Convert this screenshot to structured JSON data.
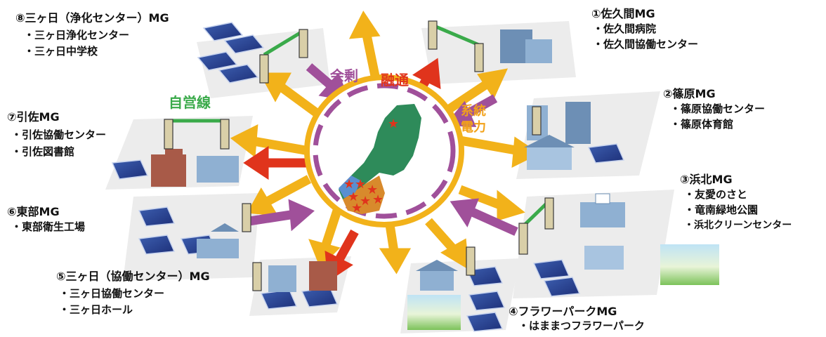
{
  "center": {
    "labels": {
      "yojo": "余剰",
      "yuzu": "融通",
      "keito_1": "系統",
      "keito_2": "電力",
      "jieisen": "自営線"
    }
  },
  "colors": {
    "surplus_arrow": "#a0509a",
    "exchange_arrow": "#e0341c",
    "grid_arrow": "#f2b21a",
    "private_line": "#3aaa4a",
    "map_green": "#2e8b5a",
    "star": "#e0341c",
    "dashed_ring": "#a0509a"
  },
  "microgrids": [
    {
      "id": "mg1",
      "title": "①佐久間MG",
      "items": [
        "佐久間病院",
        "佐久間協働センター"
      ]
    },
    {
      "id": "mg2",
      "title": "②篠原MG",
      "items": [
        "篠原協働センター",
        "篠原体育館"
      ]
    },
    {
      "id": "mg3",
      "title": "③浜北MG",
      "items": [
        "友愛のさと",
        "竜南緑地公園",
        "浜北クリーンセンター"
      ]
    },
    {
      "id": "mg4",
      "title": "④フラワーパークMG",
      "items": [
        "はままつフラワーパーク"
      ]
    },
    {
      "id": "mg5",
      "title": "⑤三ヶ日（協働センター）MG",
      "items": [
        "三ヶ日協働センター",
        "三ヶ日ホール"
      ]
    },
    {
      "id": "mg6",
      "title": "⑥東部MG",
      "items": [
        "東部衛生工場"
      ]
    },
    {
      "id": "mg7",
      "title": "⑦引佐MG",
      "items": [
        "引佐協働センター",
        "引佐図書館"
      ]
    },
    {
      "id": "mg8",
      "title": "⑧三ヶ日（浄化センター）MG",
      "items": [
        "三ヶ日浄化センター",
        "三ヶ日中学校"
      ]
    }
  ]
}
